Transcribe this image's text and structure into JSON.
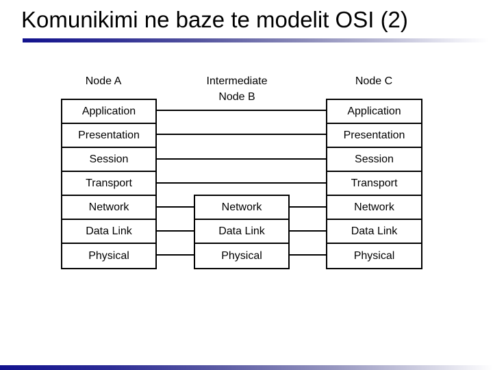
{
  "slide": {
    "title": "Komunikimi ne baze te modelit OSI (2)"
  },
  "theme": {
    "accent_navy": "#12128e",
    "text_color": "#000000",
    "box_border_color": "#000000",
    "background": "#ffffff"
  },
  "diagram": {
    "node_a": {
      "label": "Node A",
      "layers": [
        "Application",
        "Presentation",
        "Session",
        "Transport",
        "Network",
        "Data Link",
        "Physical"
      ]
    },
    "node_b": {
      "label_top": "Intermediate",
      "label_bottom": "Node B",
      "layers": [
        "Network",
        "Data Link",
        "Physical"
      ]
    },
    "node_c": {
      "label": "Node C",
      "layers": [
        "Application",
        "Presentation",
        "Session",
        "Transport",
        "Network",
        "Data Link",
        "Physical"
      ]
    }
  }
}
